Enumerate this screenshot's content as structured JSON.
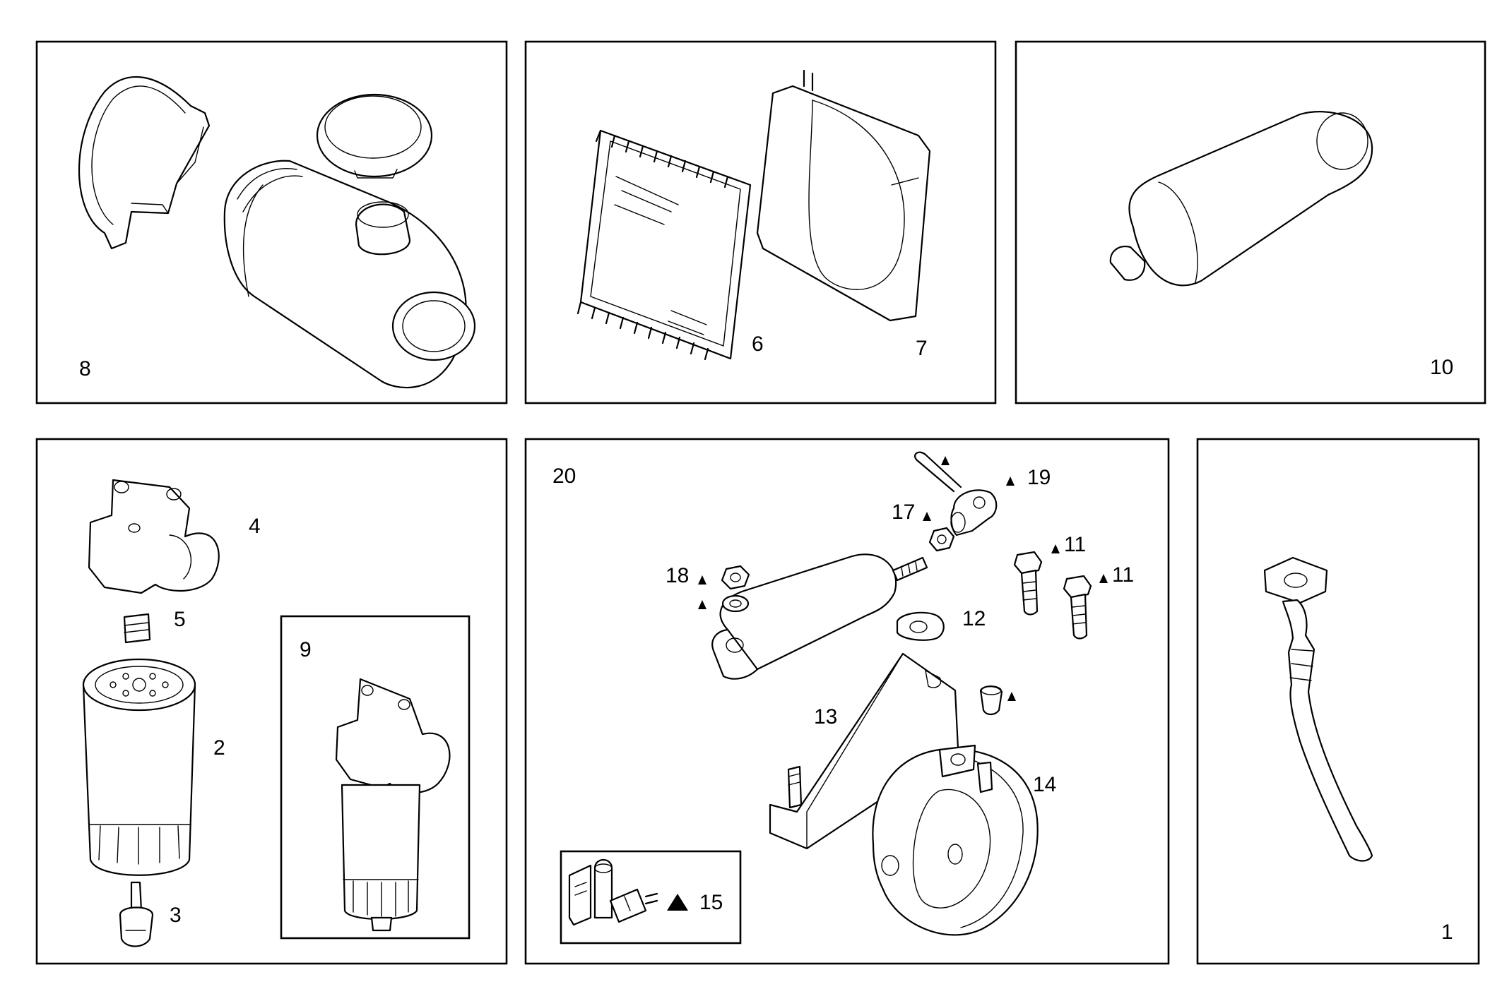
{
  "colors": {
    "line": "#000000",
    "background": "#ffffff"
  },
  "icons": [
    "triangle-marker-icon"
  ],
  "callouts": {
    "item_1": "1",
    "item_2": "2",
    "item_3": "3",
    "item_4": "4",
    "item_5": "5",
    "item_6": "6",
    "item_7": "7",
    "item_8": "8",
    "item_9": "9",
    "item_10": "10",
    "item_11a": "11",
    "item_11b": "11",
    "item_12": "12",
    "item_13": "13",
    "item_14": "14",
    "item_15": "15",
    "item_17": "17",
    "item_18": "18",
    "item_19": "19",
    "item_20": "20"
  }
}
